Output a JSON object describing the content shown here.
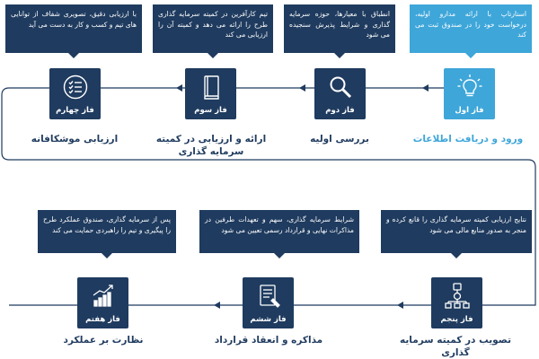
{
  "colors": {
    "navy": "#1f3b5f",
    "accent": "#3ea6d9",
    "line": "#1f3b5f"
  },
  "phases": [
    {
      "label": "فاز اول",
      "icon": "lightbulb-icon",
      "desc": "استارتاپ با ارائه مدارو اولیه، درخواست خود را در صندوق ثبت می کند",
      "title": "ورود و دریافت اطلاعات"
    },
    {
      "label": "فاز دوم",
      "icon": "magnifier-icon",
      "desc": "انطباق با معیارها، حوزه سرمایه گذاری و شرایط پذیرش سنجیده می شود",
      "title": "بررسی اولیه"
    },
    {
      "label": "فاز سوم",
      "icon": "book-icon",
      "desc": "تیم کارآفرین در کمیته سرمایه گذاری طرح را ارائه می دهد و کمیته آن را ارزیابی می کند",
      "title": "ارائه و ارزیابی در کمیته سرمایه گذاری"
    },
    {
      "label": "فاز چهارم",
      "icon": "checklist-icon",
      "desc": "با ارزیابی دقیق، تصویری شفاف از توانایی های تیم و کسب و کار به دست می آید",
      "title": "ارزیابی موشکافانه"
    },
    {
      "label": "فاز پنجم",
      "icon": "network-icon",
      "desc": "نتایج ارزیابی کمیته سرمایه گذاری را قانع کرده و منجر به صدور منابع مالی می شود",
      "title": "تصویب در کمیته سرمایه گذاری"
    },
    {
      "label": "فاز ششم",
      "icon": "contract-icon",
      "desc": "شرایط سرمایه گذاری، سهم و تعهدات طرفین در مذاکرات نهایی و قرارداد رسمی تعیین می شود",
      "title": "مذاکره و انعقاد قرارداد"
    },
    {
      "label": "فاز هفتم",
      "icon": "growth-chart-icon",
      "desc": "پس از سرمایه گذاری، صندوق عملکرد طرح را پیگیری و تیم را راهبردی حمایت می کند",
      "title": "نظارت بر عملکرد"
    }
  ]
}
